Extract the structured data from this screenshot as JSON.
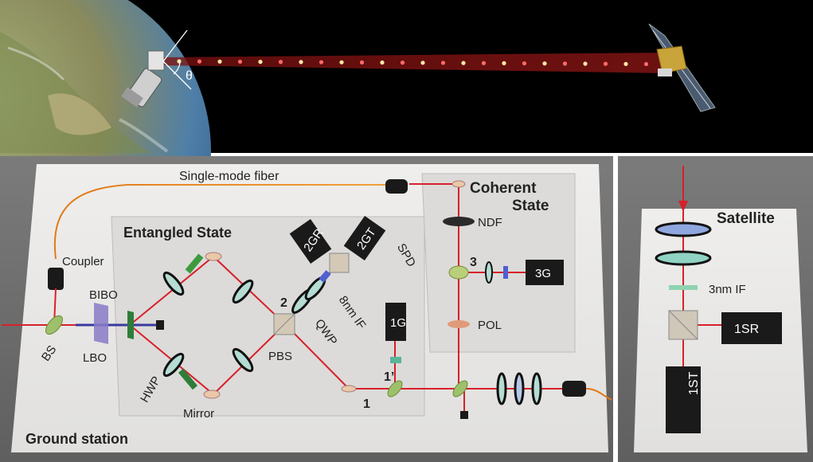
{
  "space": {
    "angle_label": "θ"
  },
  "ground_station": {
    "title": "Ground station",
    "fiber_label": "Single-mode fiber",
    "entangled": {
      "title": "Entangled State",
      "labels": {
        "coupler": "Coupler",
        "bibo": "BIBO",
        "bs": "BS",
        "lbo": "LBO",
        "hwp": "HWP",
        "mirror": "Mirror",
        "pbs": "PBS",
        "qwp": "QWP",
        "if8": "8nm IF",
        "spd": "SPD",
        "num2": "2",
        "num1": "1",
        "num1p": "1’"
      },
      "detectors": {
        "d2gr": "2GR",
        "d2gt": "2GT",
        "d1g": "1G"
      }
    },
    "coherent": {
      "title_line1": "Coherent",
      "title_line2": "State",
      "labels": {
        "ndf": "NDF",
        "pol": "POL",
        "num3": "3"
      },
      "detectors": {
        "d3g": "3G"
      }
    }
  },
  "satellite": {
    "title": "Satellite",
    "if3": "3nm IF",
    "detectors": {
      "d1sr": "1SR",
      "d1st": "1ST"
    }
  },
  "colors": {
    "beam_red": "#d8202a",
    "space_bg": "#000000",
    "board": "#e9e8e6",
    "panel_bg": "#6f6f6f",
    "detector": "#1a1a1a"
  }
}
